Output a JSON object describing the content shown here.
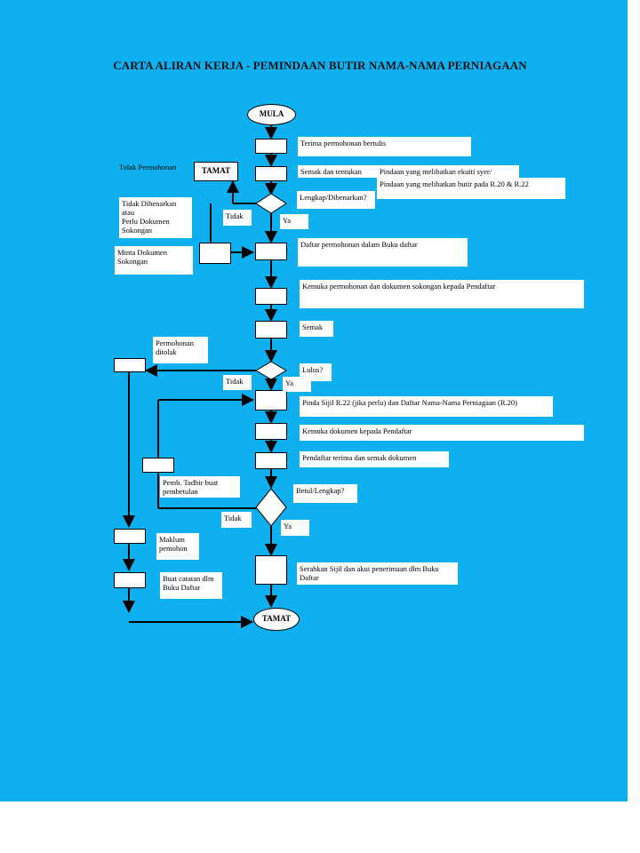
{
  "title": "CARTA ALIRAN KERJA - PEMINDAAN BUTIR NAMA-NAMA PERNIAGAAN",
  "terminals": {
    "start": "MULA",
    "end": "TAMAT",
    "left_end": "TAMAT"
  },
  "steps": {
    "receive": "Terima permohonan  bertulis",
    "check": "Semak dan tentukan",
    "check_note_1": "Pindaan yang melibatkan ekuiti syer/",
    "check_note_2": "Pindaan yang melibatkan butir pada R.20 & R.22",
    "register": "Daftar permohonan dalam Buku daftar",
    "submit": "Kemuka permohonan dan dokumen sokongan kepada Pendaftar",
    "review": "Semak",
    "amend": "Pinda Sijil R.22 (jika perlu) dan Daftar Nama-Nama Perniagaan (R.20)",
    "submit_docs": "Kemuka  dokumen  kepada Pendaftar",
    "registrar_check": "Pendaftar  terima dan semak dokumen",
    "hand_over": "Serahkan Sijil dan akui penerimaan dlm Buku\nDaftar"
  },
  "decisions": {
    "complete": "Lengkap/Dibenarkan?",
    "approved": "Lulus?",
    "correct": "Betul/Lengkap?"
  },
  "branch_labels": {
    "yes": "Ya",
    "no": "Tidak"
  },
  "side_notes": {
    "reject": "Tolak Permohonan",
    "not_allowed": "Tidak  Dibenarkan\n         atau\n    Perlu Dokumen\n    Sokongan",
    "request_docs": "Minta Dokumen\nSokongan",
    "rejected": "Permohonan\nditolak",
    "correction": "Pemb. Tadbir buat\npembetulan",
    "inform": "Maklum\npemohon",
    "record": "Buat catatan dlm\nBuku Daftar"
  }
}
